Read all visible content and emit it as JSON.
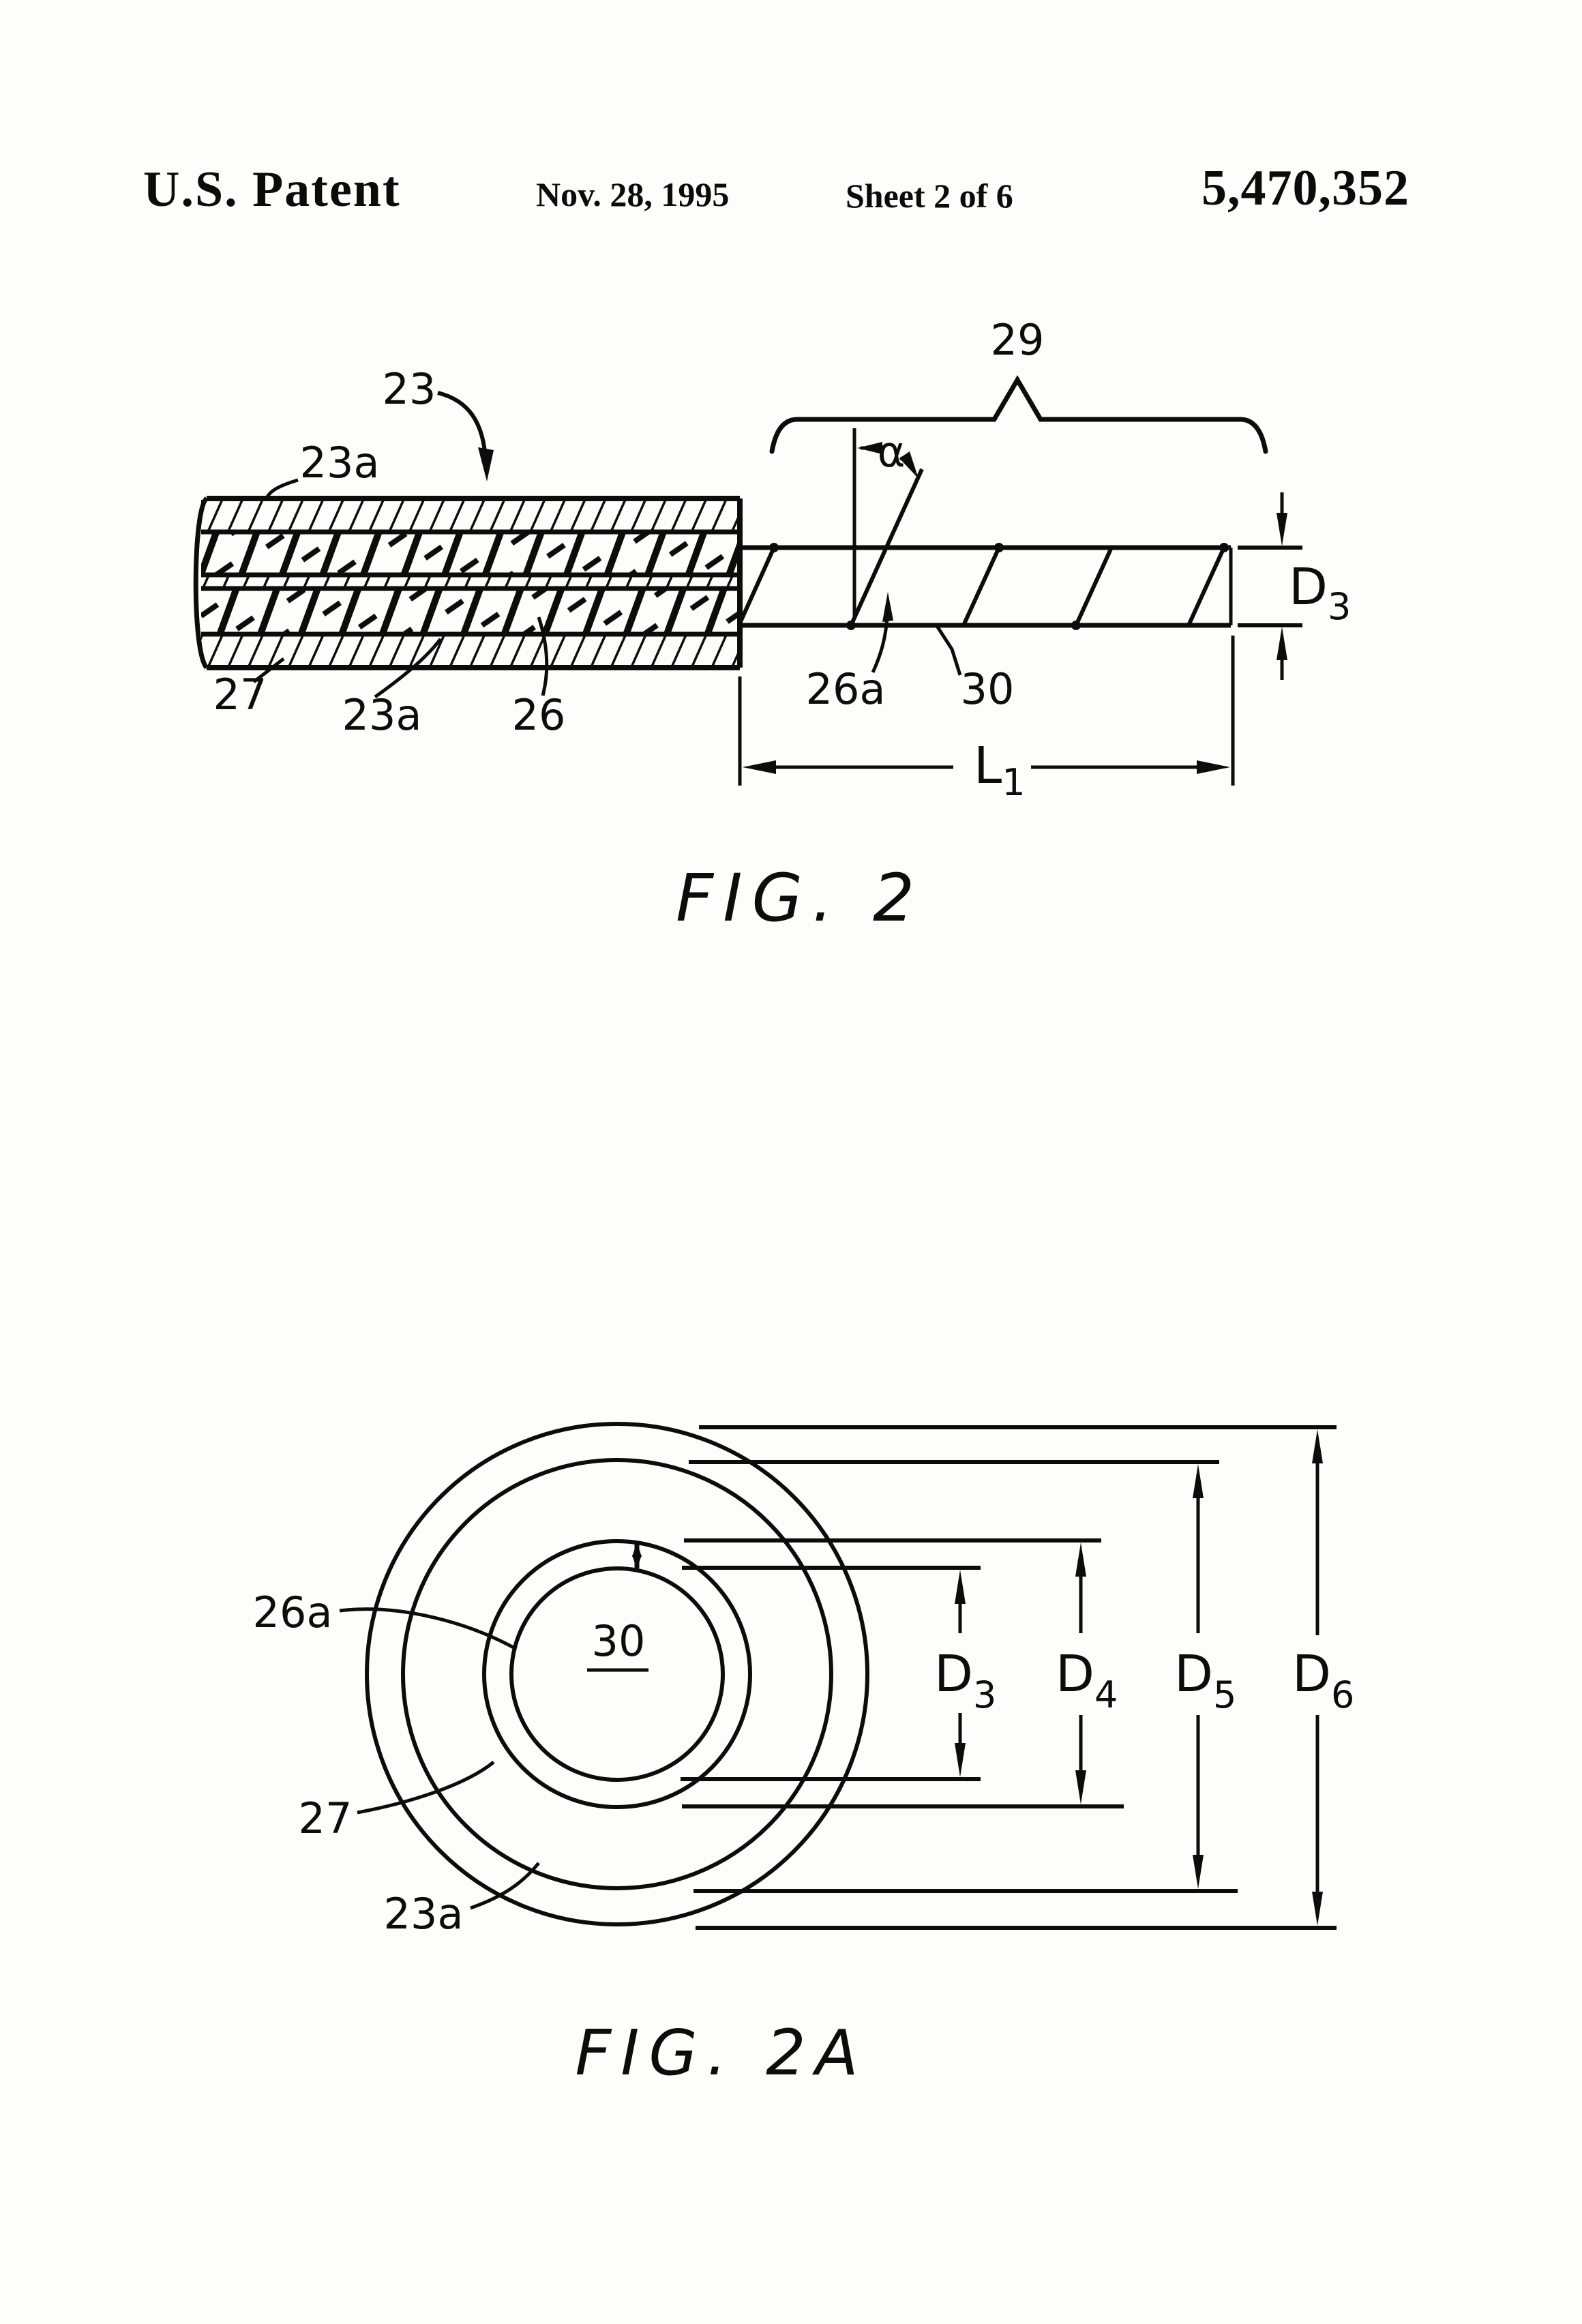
{
  "header": {
    "title": "U.S. Patent",
    "date": "Nov. 28, 1995",
    "sheet": "Sheet 2 of 6",
    "patent_number": "5,470,352"
  },
  "fig2": {
    "caption": "FIG. 2",
    "brace_label": "29",
    "alpha_symbol": "α",
    "labels": {
      "assembly": "23",
      "jacket_top": "23a",
      "layer_27": "27",
      "jacket_bottom": "23a",
      "braid_26": "26",
      "wrap_26a": "26a",
      "core_30": "30"
    },
    "dims": {
      "d3": {
        "main": "D",
        "sub": "3"
      },
      "l1": {
        "main": "L",
        "sub": "1"
      }
    }
  },
  "fig2a": {
    "caption": "FIG. 2A",
    "labels": {
      "wrap_26a": "26a",
      "layer_27": "27",
      "jacket_23a": "23a",
      "core_30": "30"
    },
    "dims": {
      "d3": {
        "main": "D",
        "sub": "3"
      },
      "d4": {
        "main": "D",
        "sub": "4"
      },
      "d5": {
        "main": "D",
        "sub": "5"
      },
      "d6": {
        "main": "D",
        "sub": "6"
      }
    }
  }
}
